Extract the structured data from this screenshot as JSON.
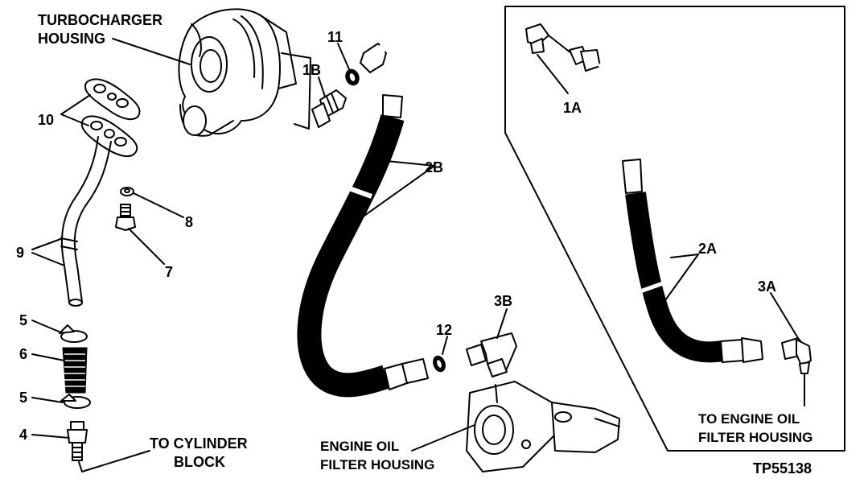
{
  "labels": {
    "turbocharger_line1": "TURBOCHARGER",
    "turbocharger_line2": "HOUSING",
    "part_10": "10",
    "part_9": "9",
    "part_8": "8",
    "part_7": "7",
    "part_6": "6",
    "part_5_top": "5",
    "part_5_bottom": "5",
    "part_4": "4",
    "to_cylinder_line1": "TO CYLINDER",
    "to_cylinder_line2": "BLOCK",
    "part_11": "11",
    "part_1b": "1B",
    "part_2b": "2B",
    "part_12": "12",
    "part_3b": "3B",
    "engine_oil_left_line1": "ENGINE OIL",
    "engine_oil_left_line2": "FILTER HOUSING",
    "part_1a": "1A",
    "part_2a": "2A",
    "part_3a": "3A",
    "engine_oil_right_line1": "TO ENGINE OIL",
    "engine_oil_right_line2": "FILTER HOUSING",
    "figure_id": "TP55138"
  }
}
